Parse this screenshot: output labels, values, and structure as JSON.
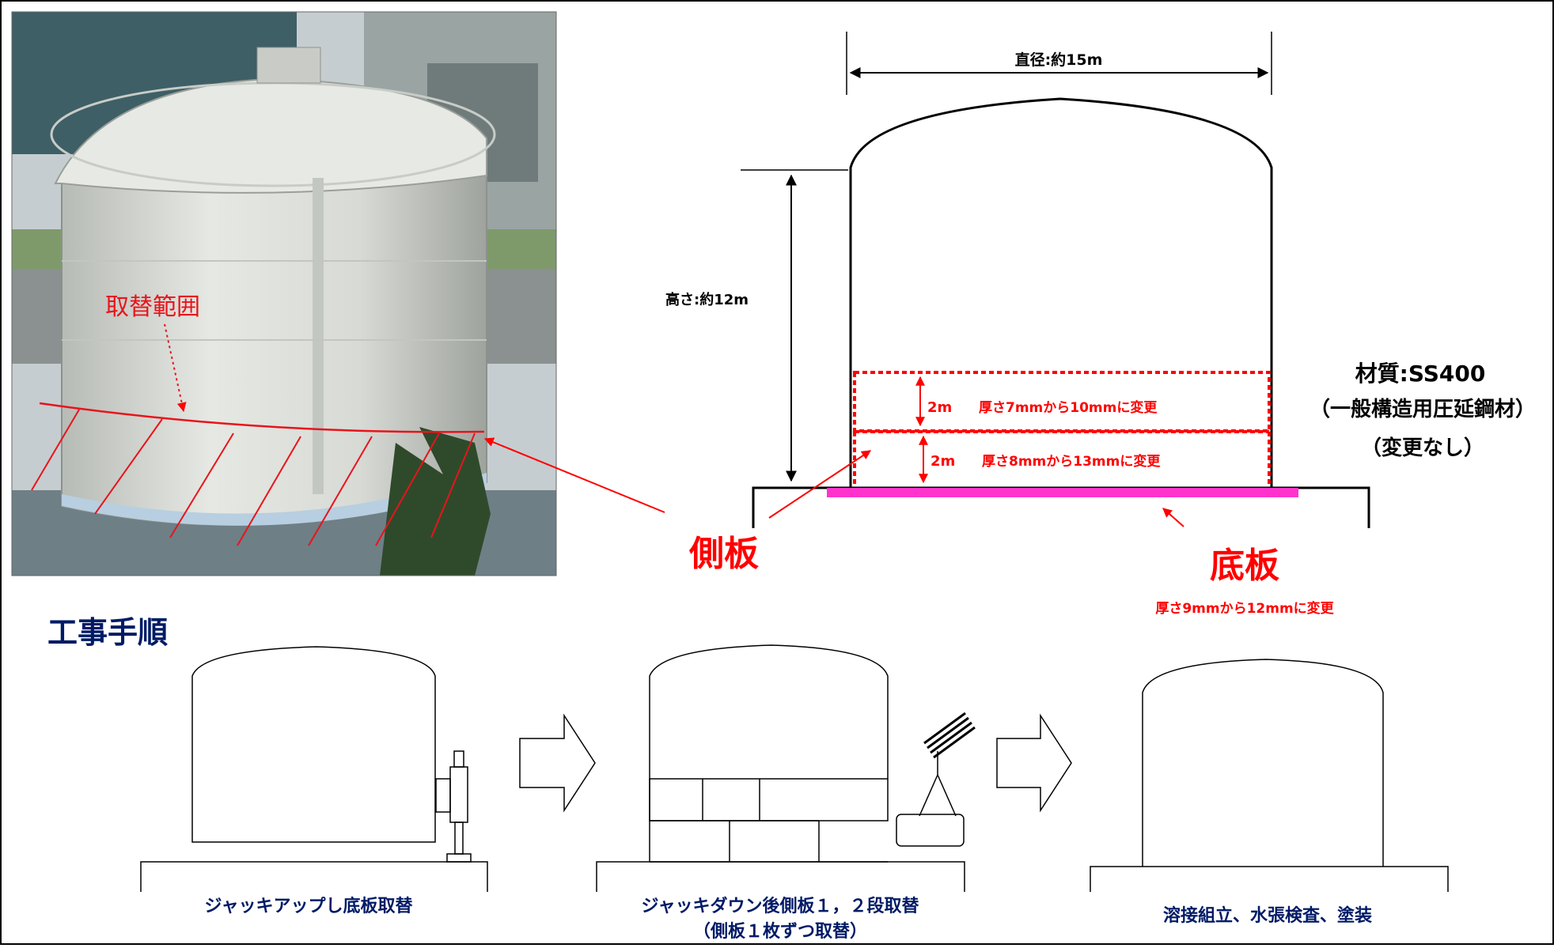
{
  "photo": {
    "annotation": "取替範囲",
    "colors": {
      "sky": "#c9d3d6",
      "tank": "#d9dcd6",
      "markup": "#e8141b"
    }
  },
  "diagram": {
    "diameter_label": "直径:約15m",
    "height_label": "高さ:約12m",
    "band1_height": "2m",
    "band1_text": "厚さ7mmから10mmに変更",
    "band2_height": "2m",
    "band2_text": "厚さ8mmから13mmに変更",
    "material_line1": "材質:SS400",
    "material_line2": "（一般構造用圧延鋼材）",
    "material_line3": "（変更なし）",
    "side_plate_label": "側板",
    "bottom_plate_label": "底板",
    "bottom_plate_text": "厚さ9mmから12mmに変更",
    "colors": {
      "red": "#ff0000",
      "bottom_plate": "#ff33cc",
      "line": "#000000"
    }
  },
  "procedure": {
    "title": "工事手順",
    "step1": "ジャッキアップし底板取替",
    "step2_line1": "ジャッキダウン後側板１，２段取替",
    "step2_line2": "（側板１枚ずつ取替）",
    "step3": "溶接組立、水張検査、塗装",
    "colors": {
      "title": "#001a66"
    }
  }
}
